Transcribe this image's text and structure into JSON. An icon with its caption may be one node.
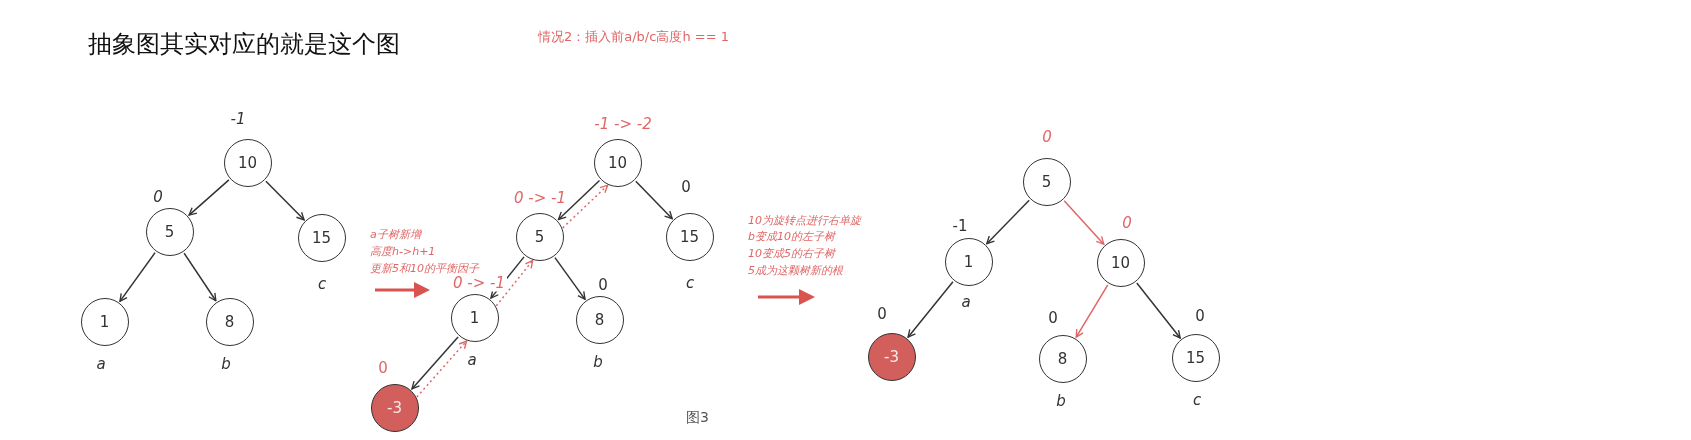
{
  "diagram": {
    "title": "抽象图其实对应的就是这个图",
    "nodes": [
      {
        "text": [
          "10"
        ],
        "beside": [
          "-1"
        ]
      },
      {
        "text": [
          "5"
        ],
        "beside": [
          "0"
        ]
      },
      {
        "text": [
          "15"
        ],
        "beside": [
          "c"
        ]
      },
      {
        "text": [
          "1"
        ],
        "beside": [
          "a"
        ]
      },
      {
        "text": [
          "8"
        ],
        "beside": [
          "b"
        ]
      },
      {
        "text": [
          "10"
        ],
        "beside": [
          "-1 -> -2"
        ]
      },
      {
        "text": [
          "5"
        ],
        "beside": [
          "0 -> -1"
        ]
      },
      {
        "text": [
          "15"
        ],
        "beside": [
          "0",
          "c"
        ]
      },
      {
        "text": [
          "1"
        ],
        "beside": [
          "0 -> -1",
          "a"
        ]
      },
      {
        "text": [
          "8"
        ],
        "beside": [
          "0",
          "b"
        ]
      },
      {
        "text": [
          "-3"
        ],
        "beside": [
          "0"
        ]
      },
      {
        "text": [
          "5"
        ],
        "beside": [
          "0"
        ]
      },
      {
        "text": [
          "1"
        ],
        "beside": [
          "-1",
          "a"
        ]
      },
      {
        "text": [
          "10"
        ],
        "beside": [
          "0"
        ]
      },
      {
        "text": [
          "-3"
        ],
        "beside": [
          "0"
        ]
      },
      {
        "text": [
          "8"
        ],
        "beside": [
          "0",
          "b"
        ]
      },
      {
        "text": [
          "15"
        ],
        "beside": [
          "0",
          "c"
        ]
      }
    ],
    "edges": [
      {
        "from": 0,
        "to": 1,
        "arrow": "to"
      },
      {
        "from": 0,
        "to": 2,
        "arrow": "to"
      },
      {
        "from": 1,
        "to": 3,
        "arrow": "to"
      },
      {
        "from": 1,
        "to": 4,
        "arrow": "to"
      },
      {
        "from": 5,
        "to": 6,
        "arrow": "to"
      },
      {
        "from": 5,
        "to": 7,
        "arrow": "to"
      },
      {
        "from": 6,
        "to": 8,
        "arrow": "to"
      },
      {
        "from": 6,
        "to": 9,
        "arrow": "to"
      },
      {
        "from": 8,
        "to": 10,
        "arrow": "to"
      },
      {
        "from": 10,
        "to": 8,
        "arrow": "to",
        "style": "dashed",
        "color": "#e06666"
      },
      {
        "from": 8,
        "to": 6,
        "arrow": "to",
        "style": "dashed",
        "color": "#e06666"
      },
      {
        "from": 6,
        "to": 5,
        "arrow": "to",
        "style": "dashed",
        "color": "#e06666"
      },
      {
        "from": 11,
        "to": 12,
        "arrow": "to"
      },
      {
        "from": 11,
        "to": 13,
        "arrow": "to",
        "color": "#e06666"
      },
      {
        "from": 12,
        "to": 14,
        "arrow": "to"
      },
      {
        "from": 13,
        "to": 15,
        "arrow": "to",
        "color": "#e06666"
      },
      {
        "from": 13,
        "to": 16,
        "arrow": "to"
      }
    ],
    "labels": [
      "情况2：插入前a/b/c高度h == 1",
      "a子树新增",
      "高度h->h+1",
      "更新5和10的平衡因子",
      "10为旋转点进行右单旋",
      "b变成10的左子树",
      "10变成5的右子树",
      "5成为这颗树新的根",
      "图3"
    ]
  }
}
